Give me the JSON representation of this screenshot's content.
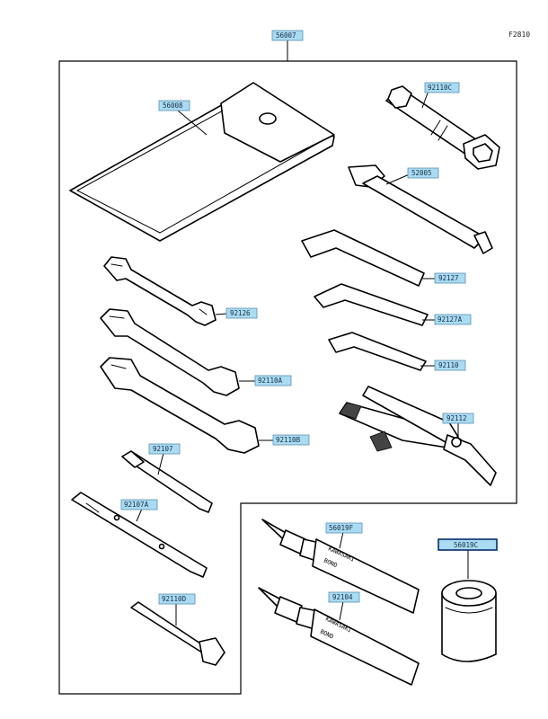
{
  "figure_code": "F2810",
  "labels": {
    "kit": "56007",
    "pouch": "56008",
    "box_wrench": "92110C",
    "driver": "52005",
    "hex_large": "92127",
    "hex_medium": "92127A",
    "hex_small": "92110",
    "pliers": "92112",
    "wrench_1": "92126",
    "wrench_2": "92110A",
    "wrench_3": "92110B",
    "handle": "92107",
    "screwdriver": "92107A",
    "spoke_wrench": "92110D",
    "bond_1": "56019F",
    "bond_2": "92104",
    "filter": "56019C"
  },
  "tube_text": {
    "brand": "KAWASAKI",
    "product": "BOND"
  },
  "colors": {
    "label_fill": "#a9dcf2",
    "label_border": "#5a8fb0",
    "selected_border": "#0a2b6b",
    "line": "#000000"
  }
}
